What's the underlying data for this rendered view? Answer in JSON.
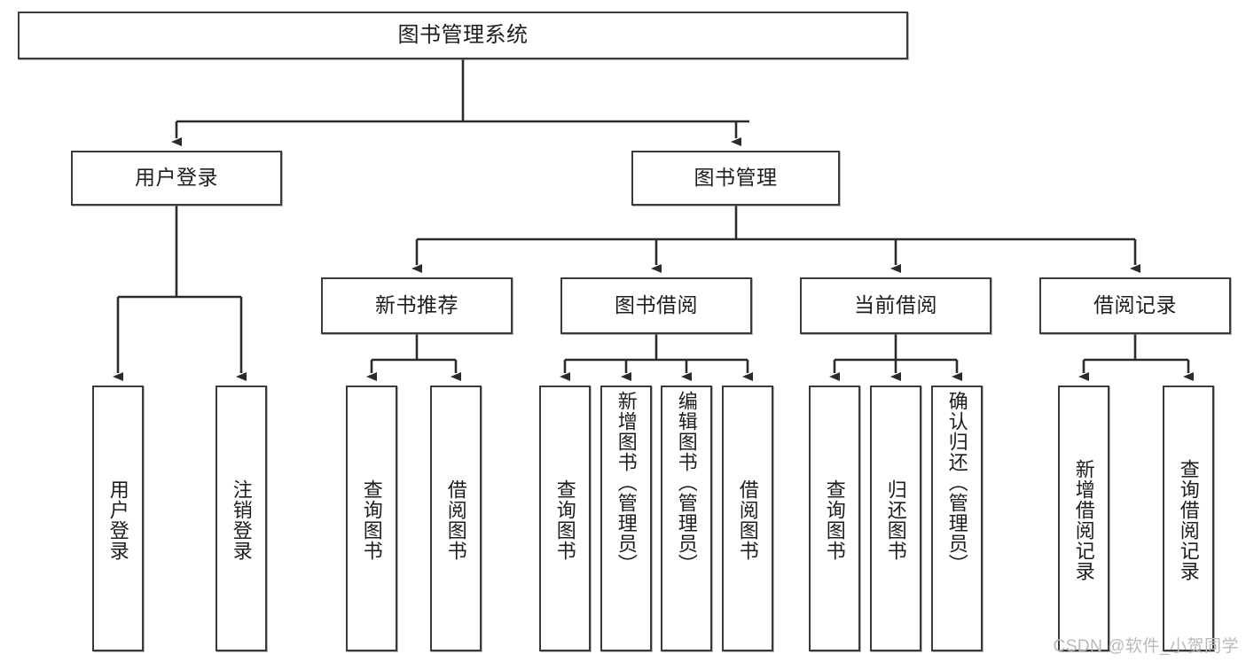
{
  "diagram": {
    "title": "图书管理系统",
    "type": "tree-hierarchy-diagram",
    "colors": {
      "box_border": "#3a3a3a",
      "box_fill": "#ffffff",
      "edge": "#2b2b2b",
      "text": "#1d1d1d",
      "watermark": "#b9b9b9",
      "background": "#ffffff"
    },
    "root": {
      "id": "root",
      "label": "图书管理系统"
    },
    "level2": [
      {
        "id": "user-login",
        "label": "用户登录"
      },
      {
        "id": "book-manage",
        "label": "图书管理"
      }
    ],
    "level3": [
      {
        "id": "new-book-rec",
        "label": "新书推荐"
      },
      {
        "id": "book-borrow",
        "label": "图书借阅"
      },
      {
        "id": "current-borrow",
        "label": "当前借阅"
      },
      {
        "id": "borrow-record",
        "label": "借阅记录"
      }
    ],
    "leaves": {
      "user_login": [
        {
          "id": "leaf-user-login",
          "label": "用户登录"
        },
        {
          "id": "leaf-logout",
          "label": "注销登录"
        }
      ],
      "new_book_rec": [
        {
          "id": "leaf-query-book-1",
          "label": "查询图书"
        },
        {
          "id": "leaf-borrow-book-1",
          "label": "借阅图书"
        }
      ],
      "book_borrow": [
        {
          "id": "leaf-query-book-2",
          "label": "查询图书"
        },
        {
          "id": "leaf-add-book",
          "label": "新增图书（管理员）"
        },
        {
          "id": "leaf-edit-book",
          "label": "编辑图书（管理员）"
        },
        {
          "id": "leaf-borrow-book-2",
          "label": "借阅图书"
        }
      ],
      "current_borrow": [
        {
          "id": "leaf-query-book-3",
          "label": "查询图书"
        },
        {
          "id": "leaf-return-book",
          "label": "归还图书"
        },
        {
          "id": "leaf-confirm-return",
          "label": "确认归还（管理员）"
        }
      ],
      "borrow_record": [
        {
          "id": "leaf-add-record",
          "label": "新增借阅记录"
        },
        {
          "id": "leaf-query-record",
          "label": "查询借阅记录"
        }
      ]
    }
  },
  "watermark": {
    "text": "CSDN @软件_小贺同学"
  }
}
